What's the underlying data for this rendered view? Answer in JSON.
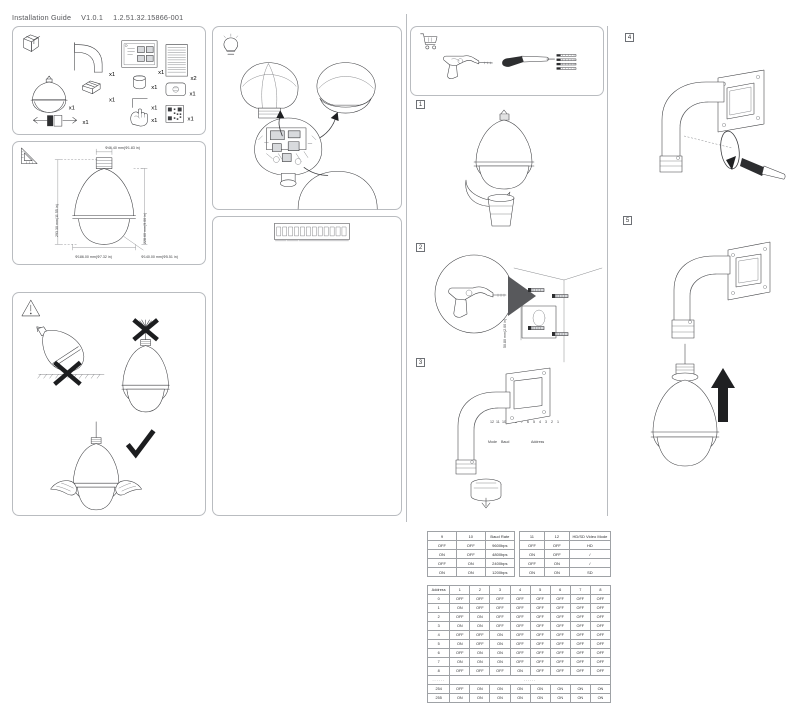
{
  "header": {
    "title": "Installation Guide",
    "version": "V1.0.1",
    "doc_number": "1.2.51.32.15866-001"
  },
  "panels": {
    "packing_list": {
      "name": "packing-list",
      "icon": "package-box-icon",
      "items": [
        {
          "icon": "dome-camera-icon",
          "qty": "x1"
        },
        {
          "icon": "wall-bracket-icon",
          "qty": "x1"
        },
        {
          "icon": "quick-guide-booklet-icon",
          "qty": "x1"
        },
        {
          "icon": "expansion-bolt-pack-icon",
          "qty": "x1"
        },
        {
          "icon": "screw-strip-icon",
          "qty": "x2"
        },
        {
          "icon": "waterproof-cap-icon",
          "qty": "x1"
        },
        {
          "icon": "drill-template-icon",
          "qty": "x1"
        },
        {
          "icon": "allen-key-icon",
          "qty": "x1"
        },
        {
          "icon": "gloves-icon",
          "qty": "x1"
        },
        {
          "icon": "qr-card-icon",
          "qty": "x1"
        },
        {
          "icon": "sd-card-tool-icon",
          "qty": "x1"
        }
      ]
    },
    "dimensions": {
      "name": "dimensions-diagram",
      "icon": "ruler-triangle-icon",
      "labels": {
        "top_diameter": "Φ46.40 mm(Φ1.83 in)",
        "total_height": "293.30 mm(11.55 in)",
        "body_height": "228.60 mm(9.00 in)",
        "base_diameter": "Φ186.00 mm(Φ7.32 in)",
        "dome_diameter": "Φ140.00 mm(Φ5.51 in)"
      }
    },
    "warning": {
      "name": "handling-warning",
      "icon": "warning-triangle-icon",
      "marks": [
        {
          "icon": "cross-mark-icon",
          "meaning": "do-not-lay-camera-on-surface"
        },
        {
          "icon": "cross-mark-icon",
          "meaning": "do-not-hold-by-cable"
        },
        {
          "icon": "check-mark-icon",
          "meaning": "support-with-both-hands"
        }
      ]
    },
    "dome_disassembly": {
      "name": "dome-disassembly-diagram",
      "icon": "lightbulb-tip-icon"
    },
    "dip_switch": {
      "name": "dip-switch-diagram",
      "switch_numbers": [
        "12",
        "11",
        "10",
        "9",
        "8",
        "7",
        "6",
        "5",
        "4",
        "3",
        "2",
        "1"
      ],
      "group_labels": [
        "Mode",
        "Baud",
        "Address"
      ]
    },
    "tools": {
      "name": "required-tools",
      "icon": "shopping-cart-icon",
      "items": [
        "electric-drill-icon",
        "screwdriver-icon",
        "screws-icon"
      ]
    },
    "install_steps": {
      "name": "installation-steps",
      "steps": [
        {
          "number": "1",
          "icon": "remove-dome-cover-icon"
        },
        {
          "number": "2",
          "icon": "drill-wall-holes-icon"
        },
        {
          "number": "3",
          "icon": "attach-bracket-icon"
        },
        {
          "number": "4",
          "icon": "tighten-screw-icon"
        },
        {
          "number": "5",
          "icon": "mount-camera-icon"
        }
      ],
      "step2_label": "50.80 mm(2.00 in)"
    }
  },
  "tables": {
    "baud_rate": {
      "name": "baud-rate-table",
      "headers": [
        "9",
        "10",
        "Baud Rate"
      ],
      "rows": [
        [
          "OFF",
          "OFF",
          "9600bps"
        ],
        [
          "ON",
          "OFF",
          "4800bps"
        ],
        [
          "OFF",
          "ON",
          "2400bps"
        ],
        [
          "ON",
          "ON",
          "1200bps"
        ]
      ]
    },
    "video_mode": {
      "name": "video-mode-table",
      "headers": [
        "11",
        "12",
        "HD/SD Video Mode"
      ],
      "rows": [
        [
          "OFF",
          "OFF",
          "HD"
        ],
        [
          "ON",
          "OFF",
          "/"
        ],
        [
          "OFF",
          "ON",
          "/"
        ],
        [
          "ON",
          "ON",
          "SD"
        ]
      ]
    },
    "address": {
      "name": "address-table",
      "headers": [
        "Address",
        "1",
        "2",
        "3",
        "4",
        "5",
        "6",
        "7",
        "8"
      ],
      "rows": [
        [
          "0",
          "OFF",
          "OFF",
          "OFF",
          "OFF",
          "OFF",
          "OFF",
          "OFF",
          "OFF"
        ],
        [
          "1",
          "ON",
          "OFF",
          "OFF",
          "OFF",
          "OFF",
          "OFF",
          "OFF",
          "OFF"
        ],
        [
          "2",
          "OFF",
          "ON",
          "OFF",
          "OFF",
          "OFF",
          "OFF",
          "OFF",
          "OFF"
        ],
        [
          "3",
          "ON",
          "ON",
          "OFF",
          "OFF",
          "OFF",
          "OFF",
          "OFF",
          "OFF"
        ],
        [
          "4",
          "OFF",
          "OFF",
          "ON",
          "OFF",
          "OFF",
          "OFF",
          "OFF",
          "OFF"
        ],
        [
          "5",
          "ON",
          "OFF",
          "ON",
          "OFF",
          "OFF",
          "OFF",
          "OFF",
          "OFF"
        ],
        [
          "6",
          "OFF",
          "ON",
          "ON",
          "OFF",
          "OFF",
          "OFF",
          "OFF",
          "OFF"
        ],
        [
          "7",
          "ON",
          "ON",
          "ON",
          "OFF",
          "OFF",
          "OFF",
          "OFF",
          "OFF"
        ],
        [
          "8",
          "OFF",
          "OFF",
          "OFF",
          "ON",
          "OFF",
          "OFF",
          "OFF",
          "OFF"
        ]
      ],
      "ellipsis": "......",
      "tail_rows": [
        [
          "254",
          "OFF",
          "ON",
          "ON",
          "ON",
          "ON",
          "ON",
          "ON",
          "ON"
        ],
        [
          "255",
          "ON",
          "ON",
          "ON",
          "ON",
          "ON",
          "ON",
          "ON",
          "ON"
        ]
      ]
    }
  },
  "colors": {
    "line": "#3c3d40",
    "border": "#b9bcc0",
    "text": "#2b2b2b",
    "dark_fill": "#2d2e30"
  }
}
